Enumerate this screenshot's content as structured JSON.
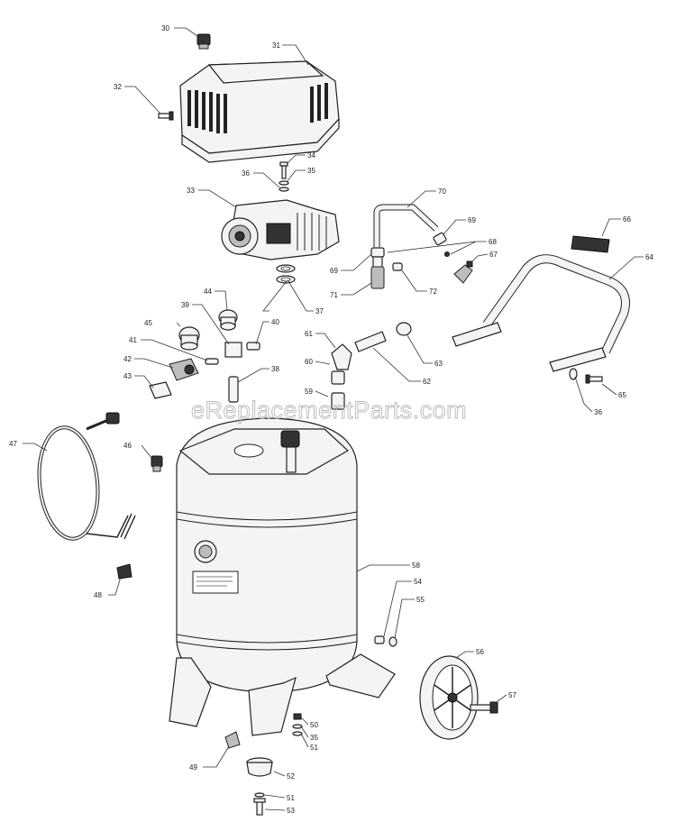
{
  "watermark": "eReplacementParts.com",
  "callouts": {
    "c30": "30",
    "c31": "31",
    "c32": "32",
    "c33": "33",
    "c34": "34",
    "c35a": "35",
    "c35b": "35",
    "c36a": "36",
    "c36b": "36",
    "c37": "37",
    "c38": "38",
    "c39": "39",
    "c40": "40",
    "c41": "41",
    "c42": "42",
    "c43": "43",
    "c44": "44",
    "c45": "45",
    "c46": "46",
    "c47": "47",
    "c48": "48",
    "c49": "49",
    "c50": "50",
    "c51a": "51",
    "c51b": "51",
    "c52": "52",
    "c53": "53",
    "c54": "54",
    "c55": "55",
    "c56": "56",
    "c57": "57",
    "c58": "58",
    "c59": "59",
    "c60": "60",
    "c61": "61",
    "c62": "62",
    "c63": "63",
    "c64": "64",
    "c65": "65",
    "c66": "66",
    "c67": "67",
    "c68": "68",
    "c69a": "69",
    "c69b": "69",
    "c70": "70",
    "c71": "71",
    "c72": "72"
  }
}
